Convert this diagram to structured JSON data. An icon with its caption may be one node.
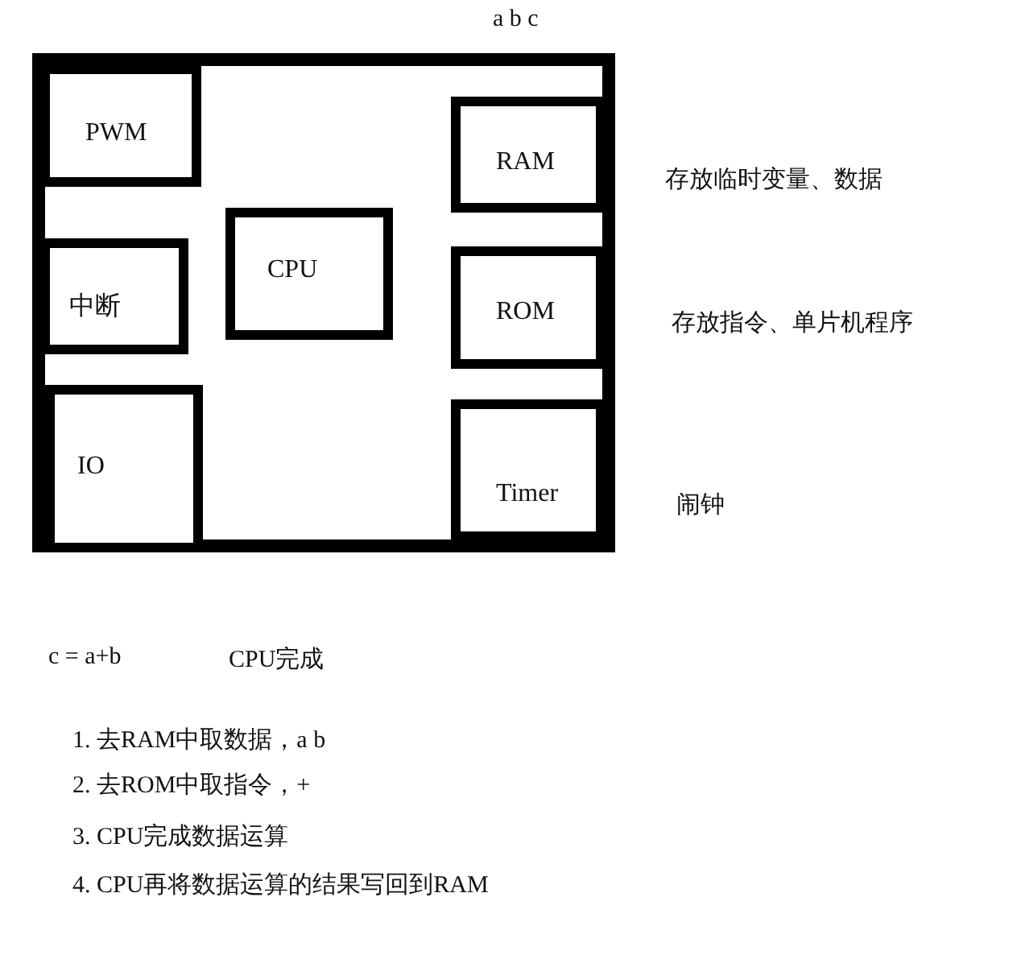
{
  "diagram": {
    "nodes": [
      {
        "text": [],
        "shape": "box"
      },
      {
        "text": [
          "PWM"
        ],
        "in": 0
      },
      {
        "text": [
          "RAM"
        ],
        "in": 0,
        "beside": [
          "存放临时变量、数据"
        ]
      },
      {
        "text": [
          "CPU"
        ],
        "in": 0
      },
      {
        "text": [
          "中断"
        ],
        "in": 0
      },
      {
        "text": [
          "ROM"
        ],
        "in": 0,
        "beside": [
          "存放指令、单片机程序"
        ]
      },
      {
        "text": [
          "IO"
        ],
        "in": 0
      },
      {
        "text": [
          "Timer"
        ],
        "in": 0,
        "beside": [
          "闹钟"
        ]
      }
    ],
    "edges": [],
    "labels": [
      "a b c",
      "c = a+b",
      "CPU完成",
      "1. 去RAM中取数据，a b",
      "2. 去ROM中取指令，+",
      "3. CPU完成数据运算",
      "4. CPU再将数据运算的结果写回到RAM"
    ]
  }
}
